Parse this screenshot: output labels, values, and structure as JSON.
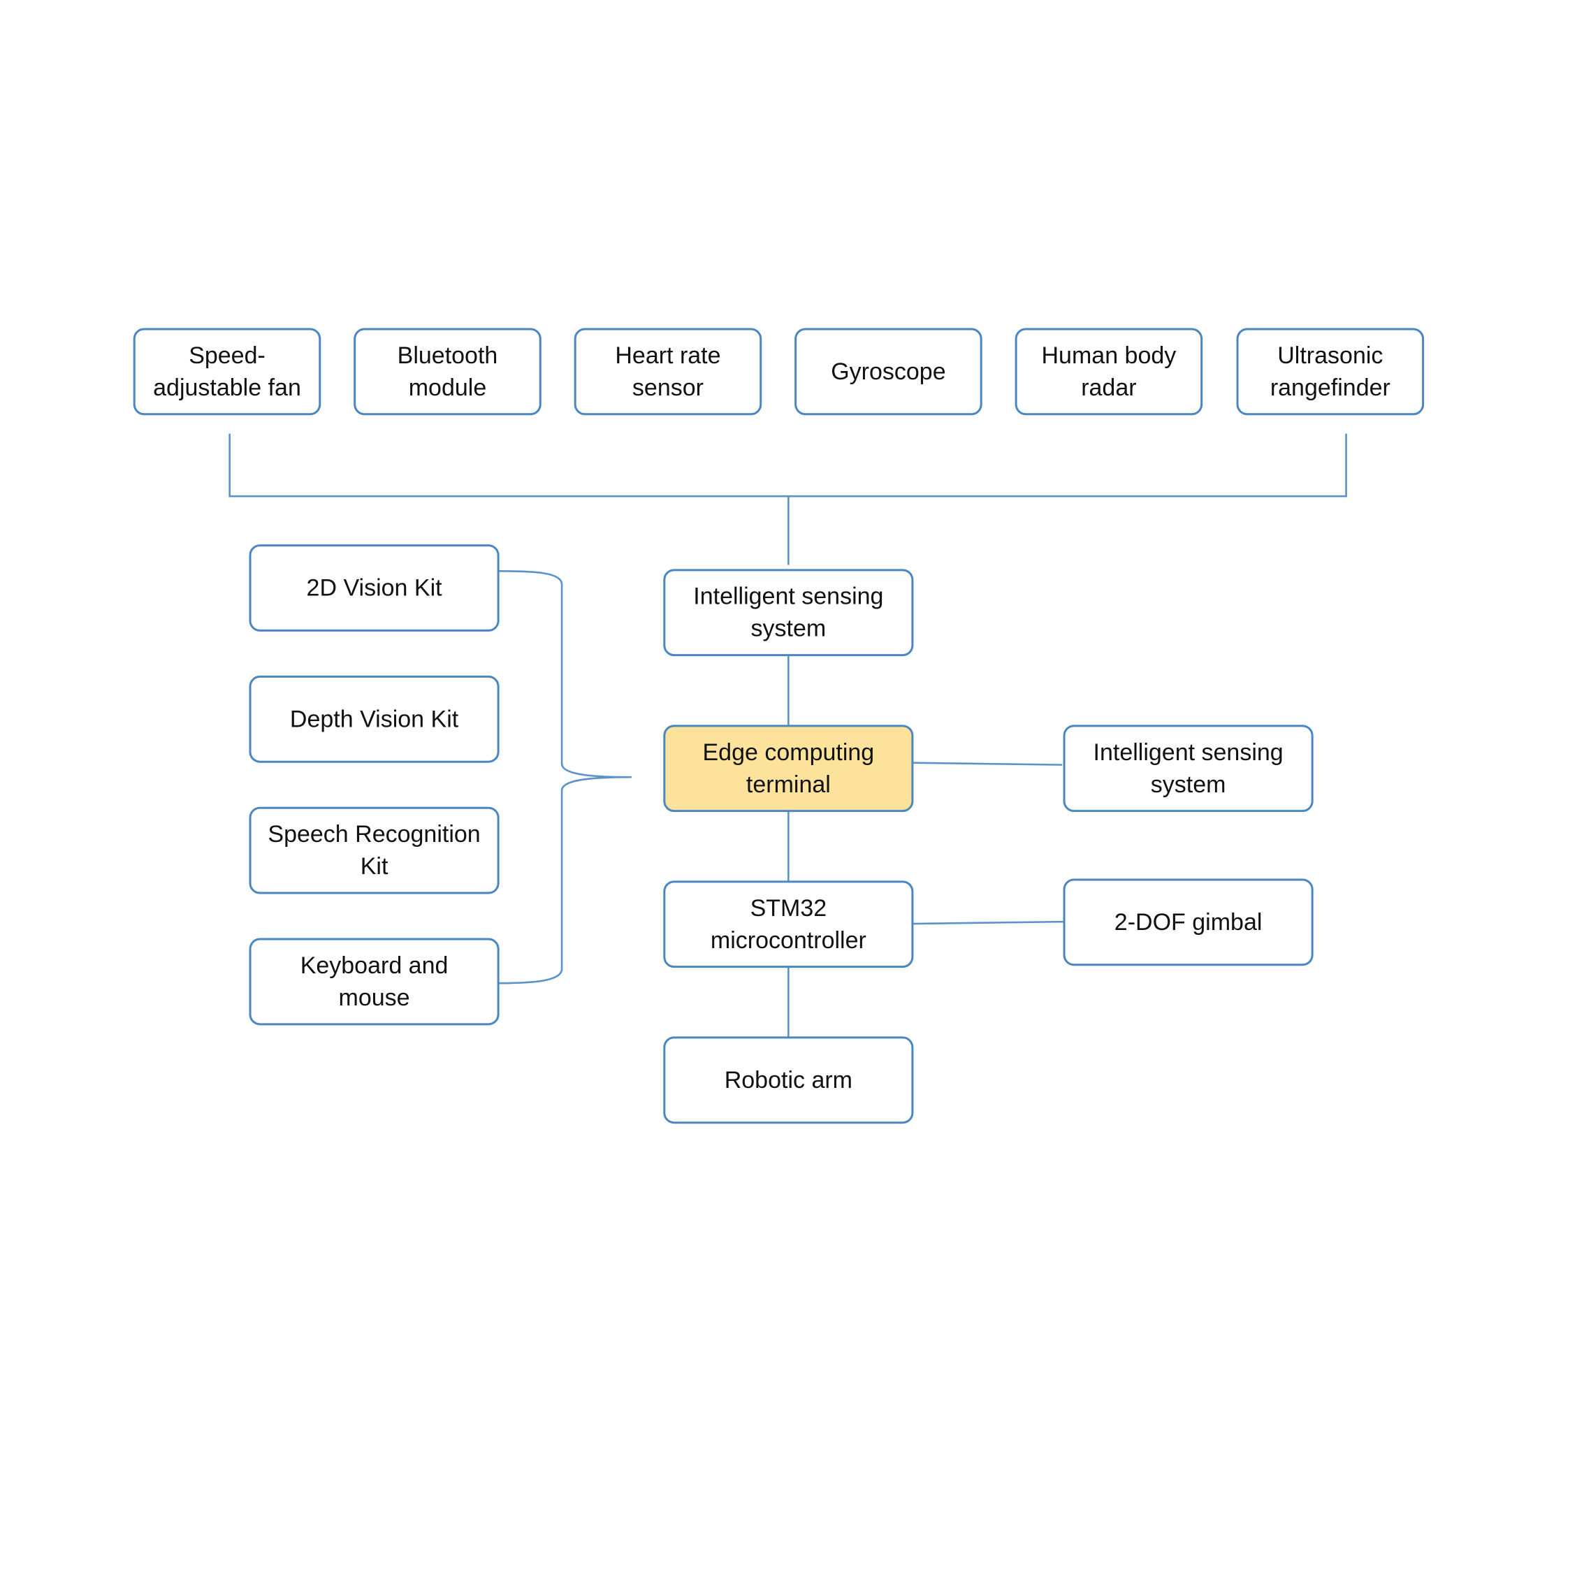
{
  "colors": {
    "box_border": "#4a86c0",
    "connector": "#5b93c9",
    "highlight_fill": "#fde29b",
    "text": "#111111"
  },
  "nodes": [
    {
      "id": "speed-fan",
      "lines": [
        "Speed-",
        "adjustable fan"
      ],
      "highlight": false
    },
    {
      "id": "bluetooth",
      "lines": [
        "Bluetooth",
        "module"
      ],
      "highlight": false
    },
    {
      "id": "heart-rate",
      "lines": [
        "Heart rate",
        "sensor"
      ],
      "highlight": false
    },
    {
      "id": "gyroscope",
      "lines": [
        "Gyroscope"
      ],
      "highlight": false
    },
    {
      "id": "human-radar",
      "lines": [
        "Human body",
        "radar"
      ],
      "highlight": false
    },
    {
      "id": "ultrasonic",
      "lines": [
        "Ultrasonic",
        "rangefinder"
      ],
      "highlight": false
    },
    {
      "id": "vision-2d",
      "lines": [
        "2D Vision Kit"
      ],
      "highlight": false
    },
    {
      "id": "depth-vision",
      "lines": [
        "Depth Vision Kit"
      ],
      "highlight": false
    },
    {
      "id": "speech-kit",
      "lines": [
        "Speech Recognition",
        "Kit"
      ],
      "highlight": false
    },
    {
      "id": "keyboard-mouse",
      "lines": [
        "Keyboard and",
        "mouse"
      ],
      "highlight": false
    },
    {
      "id": "sensing-top",
      "lines": [
        "Intelligent sensing",
        "system"
      ],
      "highlight": false
    },
    {
      "id": "edge-terminal",
      "lines": [
        "Edge computing",
        "terminal"
      ],
      "highlight": true
    },
    {
      "id": "sensing-right",
      "lines": [
        "Intelligent sensing",
        "system"
      ],
      "highlight": false
    },
    {
      "id": "stm32",
      "lines": [
        "STM32",
        "microcontroller"
      ],
      "highlight": false
    },
    {
      "id": "gimbal",
      "lines": [
        "2-DOF gimbal"
      ],
      "highlight": false
    },
    {
      "id": "robotic-arm",
      "lines": [
        "Robotic arm"
      ],
      "highlight": false
    }
  ],
  "edges": [
    {
      "from": "speed-fan",
      "to": "sensing-top",
      "kind": "top-bus"
    },
    {
      "from": "bluetooth",
      "to": "sensing-top",
      "kind": "top-bus"
    },
    {
      "from": "heart-rate",
      "to": "sensing-top",
      "kind": "top-bus"
    },
    {
      "from": "gyroscope",
      "to": "sensing-top",
      "kind": "top-bus"
    },
    {
      "from": "human-radar",
      "to": "sensing-top",
      "kind": "top-bus"
    },
    {
      "from": "ultrasonic",
      "to": "sensing-top",
      "kind": "top-bus"
    },
    {
      "from": "vision-2d",
      "to": "edge-terminal",
      "kind": "brace"
    },
    {
      "from": "depth-vision",
      "to": "edge-terminal",
      "kind": "brace"
    },
    {
      "from": "speech-kit",
      "to": "edge-terminal",
      "kind": "brace"
    },
    {
      "from": "keyboard-mouse",
      "to": "edge-terminal",
      "kind": "brace"
    },
    {
      "from": "sensing-top",
      "to": "edge-terminal",
      "kind": "line"
    },
    {
      "from": "edge-terminal",
      "to": "sensing-right",
      "kind": "line"
    },
    {
      "from": "edge-terminal",
      "to": "stm32",
      "kind": "line"
    },
    {
      "from": "stm32",
      "to": "gimbal",
      "kind": "line"
    },
    {
      "from": "stm32",
      "to": "robotic-arm",
      "kind": "line"
    }
  ]
}
